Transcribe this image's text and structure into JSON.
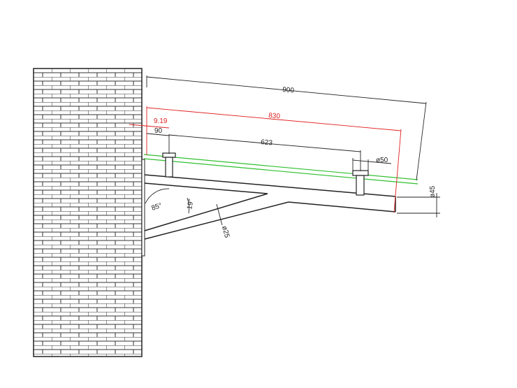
{
  "colors": {
    "line": "#222222",
    "dim_red": "#e02020",
    "glass_green": "#2fc02f",
    "brick": "#333333",
    "background": "#ffffff"
  },
  "dimensions": {
    "overall_length": "900",
    "red_length": "830",
    "red_offset": "9.19",
    "bolt_offset": "90",
    "bolt_spacing": "623",
    "bolt_diameter": "ø50",
    "tube_diameter": "ø45",
    "strut_diameter": "ø25"
  },
  "angles": {
    "wall_angle": "85°",
    "tilt_angle": "19°"
  }
}
